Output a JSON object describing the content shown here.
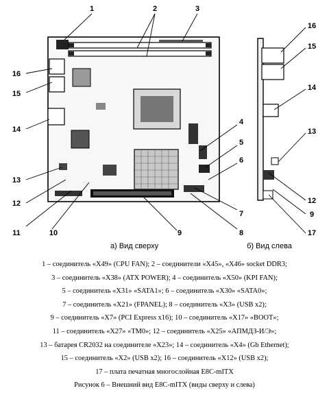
{
  "figure": {
    "callouts": [
      "1",
      "2",
      "3",
      "4",
      "5",
      "6",
      "7",
      "8",
      "9",
      "10",
      "11",
      "12",
      "13",
      "14",
      "15",
      "16",
      "17"
    ],
    "view_top_caption": "а) Вид сверху",
    "view_left_caption": "б) Вид слева"
  },
  "legend": {
    "lines": [
      "1 – соединитель «X49» (CPU FAN); 2 – соединители «X45», «X46» socket DDR3;",
      "3 – соединитель «X38» (ATX POWER); 4 – соединитель «X50» (KPI FAN);",
      "5 – соединитель «X31» «SATA1»; 6 – соединитель «X30» «SATA0»;",
      "7 – соединитель «X21» (FPANEL); 8 – соединитель «X3» (USB x2);",
      "9 – соединитель «X7» (PCI Express x16); 10 – соединитель «X17» «BOOT»;",
      "11 – соединитель «X27» «TM0»; 12 – соединитель «X25» «АПМДЗ-И/Э»;",
      "13 – батарея CR2032 на соединителе «X23»; 14 – соединитель «X4» (Gb Ethernet);",
      "15 – соединитель «X2» (USB x2); 16 – соединитель «X12» (USB x2);",
      "17 – плата печатная многослойная E8C-mITX"
    ],
    "figure_caption": "Рисунок 6 – Внешний вид E8C-mITX (виды сверху и слева)"
  }
}
